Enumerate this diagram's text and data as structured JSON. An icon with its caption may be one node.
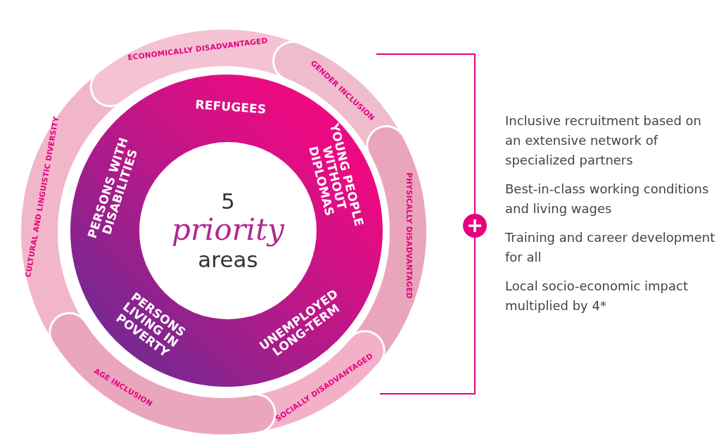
{
  "diagram": {
    "nodes": [
      {
        "text": [
          "5 *priority* areas"
        ]
      },
      {
        "text": [
          "REFUGEES"
        ]
      },
      {
        "text": [
          "YOUNG PEOPLE WITHOUT DIPLOMAS"
        ]
      },
      {
        "text": [
          "UNEMPLOYED LONG-TERM"
        ]
      },
      {
        "text": [
          "PERSONS LIVING IN POVERTY"
        ]
      },
      {
        "text": [
          "PERSONS WITH DISABILITIES"
        ]
      },
      {
        "text": [
          "ECONOMICALLY DISADVANTAGED"
        ]
      },
      {
        "text": [
          "GENDER INCLUSION"
        ]
      },
      {
        "text": [
          "PHYSICALLY DISADVANTAGED"
        ]
      },
      {
        "text": [
          "SOCIALLY DISADVANTAGED"
        ]
      },
      {
        "text": [
          "AGE INCLUSION"
        ]
      },
      {
        "text": [
          "CULTURAL AND LINGUISTIC DIVERSITY"
        ]
      }
    ],
    "labels": [
      "Inclusive recruitment based on an extensive network of specialized partners",
      "Best-in-class working conditions and living wages",
      "Training and career development for all",
      "Local socio-economic impact multiplied by 4*"
    ]
  }
}
